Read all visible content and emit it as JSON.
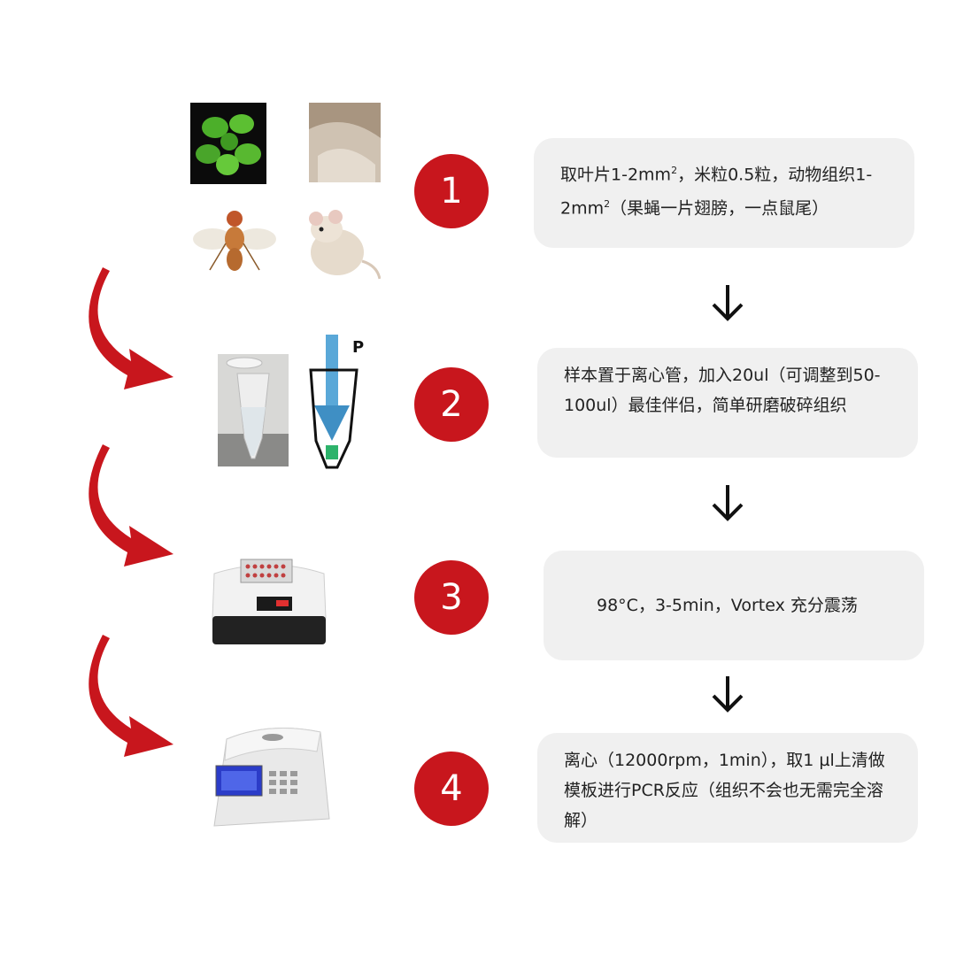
{
  "steps": [
    {
      "number": "1",
      "text_a": "取叶片1-2mm",
      "sup_a": "2",
      "text_b": "，米粒0.5粒，动物组织1-2mm",
      "sup_b": "2",
      "text_c": "（果蝇一片翅膀，一点鼠尾）"
    },
    {
      "number": "2",
      "text": "样本置于离心管，加入20ul（可调整到50-100ul）最佳伴侣，简单研磨破碎组织"
    },
    {
      "number": "3",
      "text": "98°C，3-5min，Vortex 充分震荡"
    },
    {
      "number": "4",
      "text": "离心（12000rpm，1min），取1 µl上清做模板进行PCR反应（组织不会也无需完全溶解）"
    }
  ],
  "images": {
    "tube_letter": "P"
  },
  "colors": {
    "accent_red": "#c8161d",
    "box_bg": "#f0f0f0",
    "text": "#222222"
  }
}
